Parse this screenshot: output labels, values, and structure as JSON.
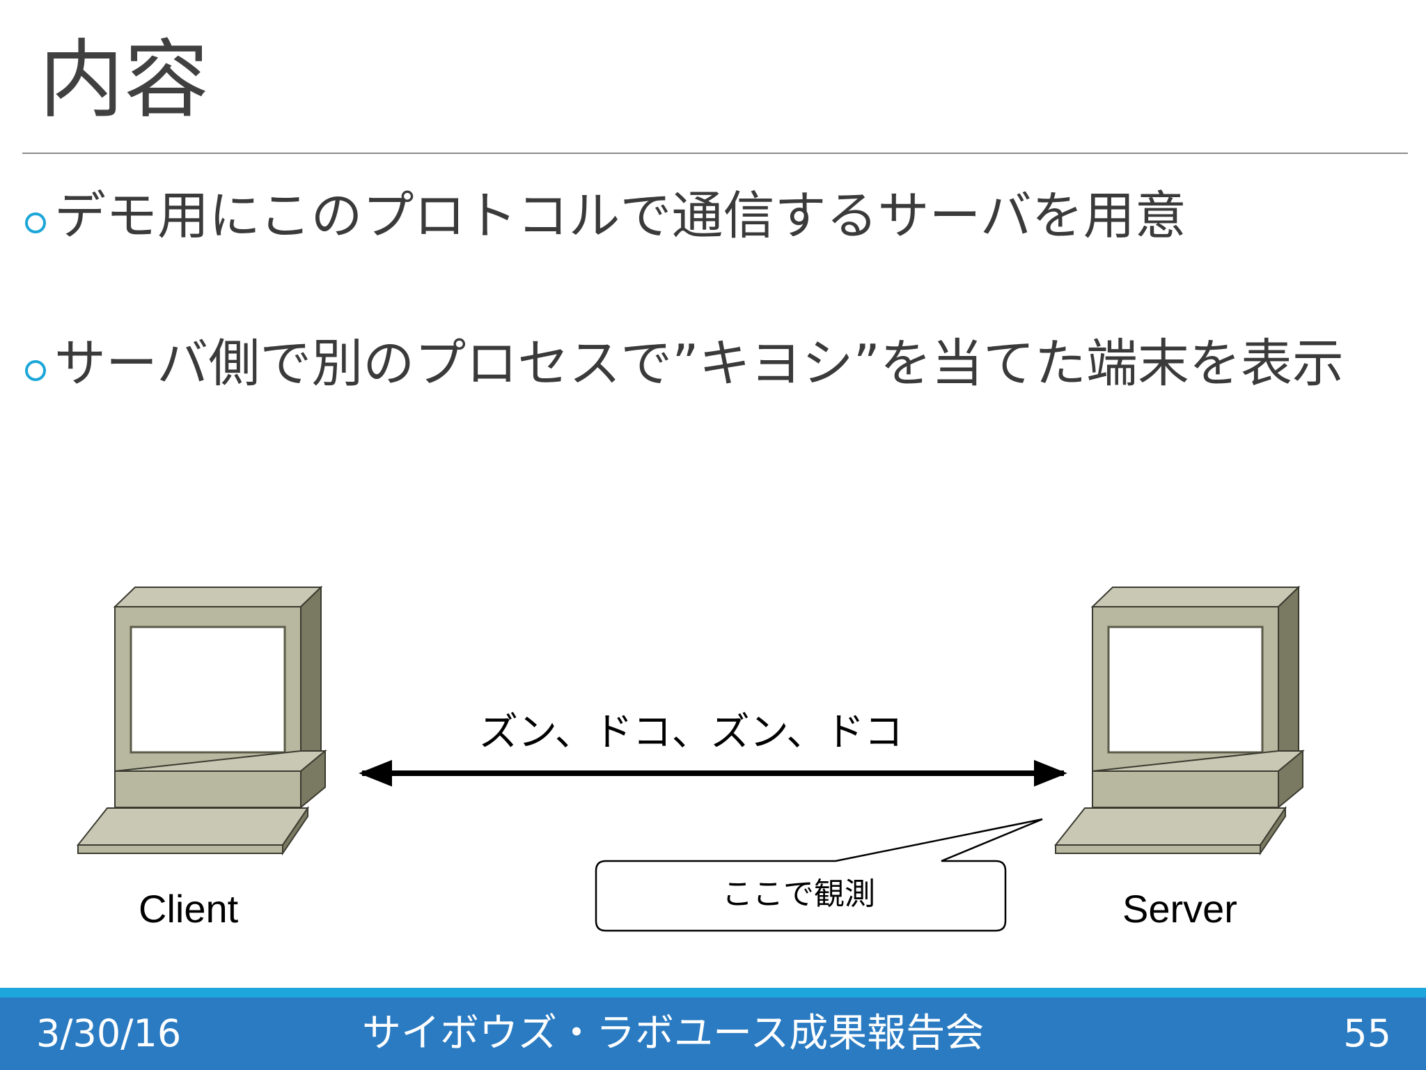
{
  "slide": {
    "title": "内容",
    "bullets": [
      "デモ用にこのプロトコルで通信するサーバを用意",
      "サーバ側で別のプロセスで”キヨシ”を当てた端末を表示"
    ]
  },
  "diagram": {
    "client_label": "Client",
    "server_label": "Server",
    "message_label": "ズン、ドコ、ズン、ドコ",
    "callout_text": "ここで観測",
    "icons": {
      "client": "desktop-computer-icon",
      "server": "desktop-computer-icon"
    }
  },
  "footer": {
    "date": "3/30/16",
    "title": "サイボウズ・ラボユース成果報告会",
    "page_number": "55"
  },
  "colors": {
    "accent": "#1ea6dc",
    "footer_bg": "#2a7bc2",
    "computer_front": "#b8b8a0",
    "computer_side": "#7a7a62",
    "computer_top": "#c8c8b4"
  }
}
